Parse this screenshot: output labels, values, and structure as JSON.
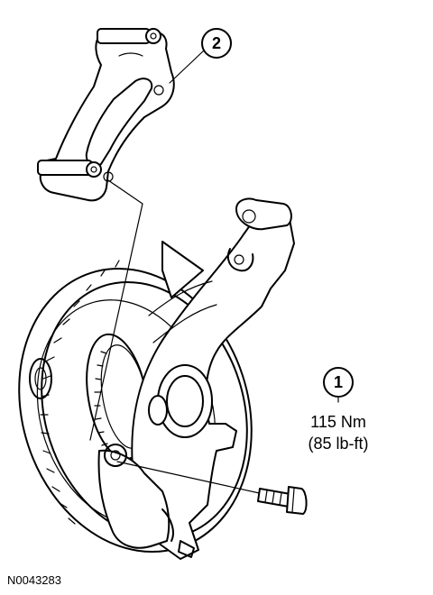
{
  "callouts": {
    "bracket": {
      "number": "2"
    },
    "bolt": {
      "number": "1",
      "torque_metric": "115 Nm",
      "torque_imperial": "(85 lb-ft)"
    }
  },
  "figure_id": "N0043283"
}
